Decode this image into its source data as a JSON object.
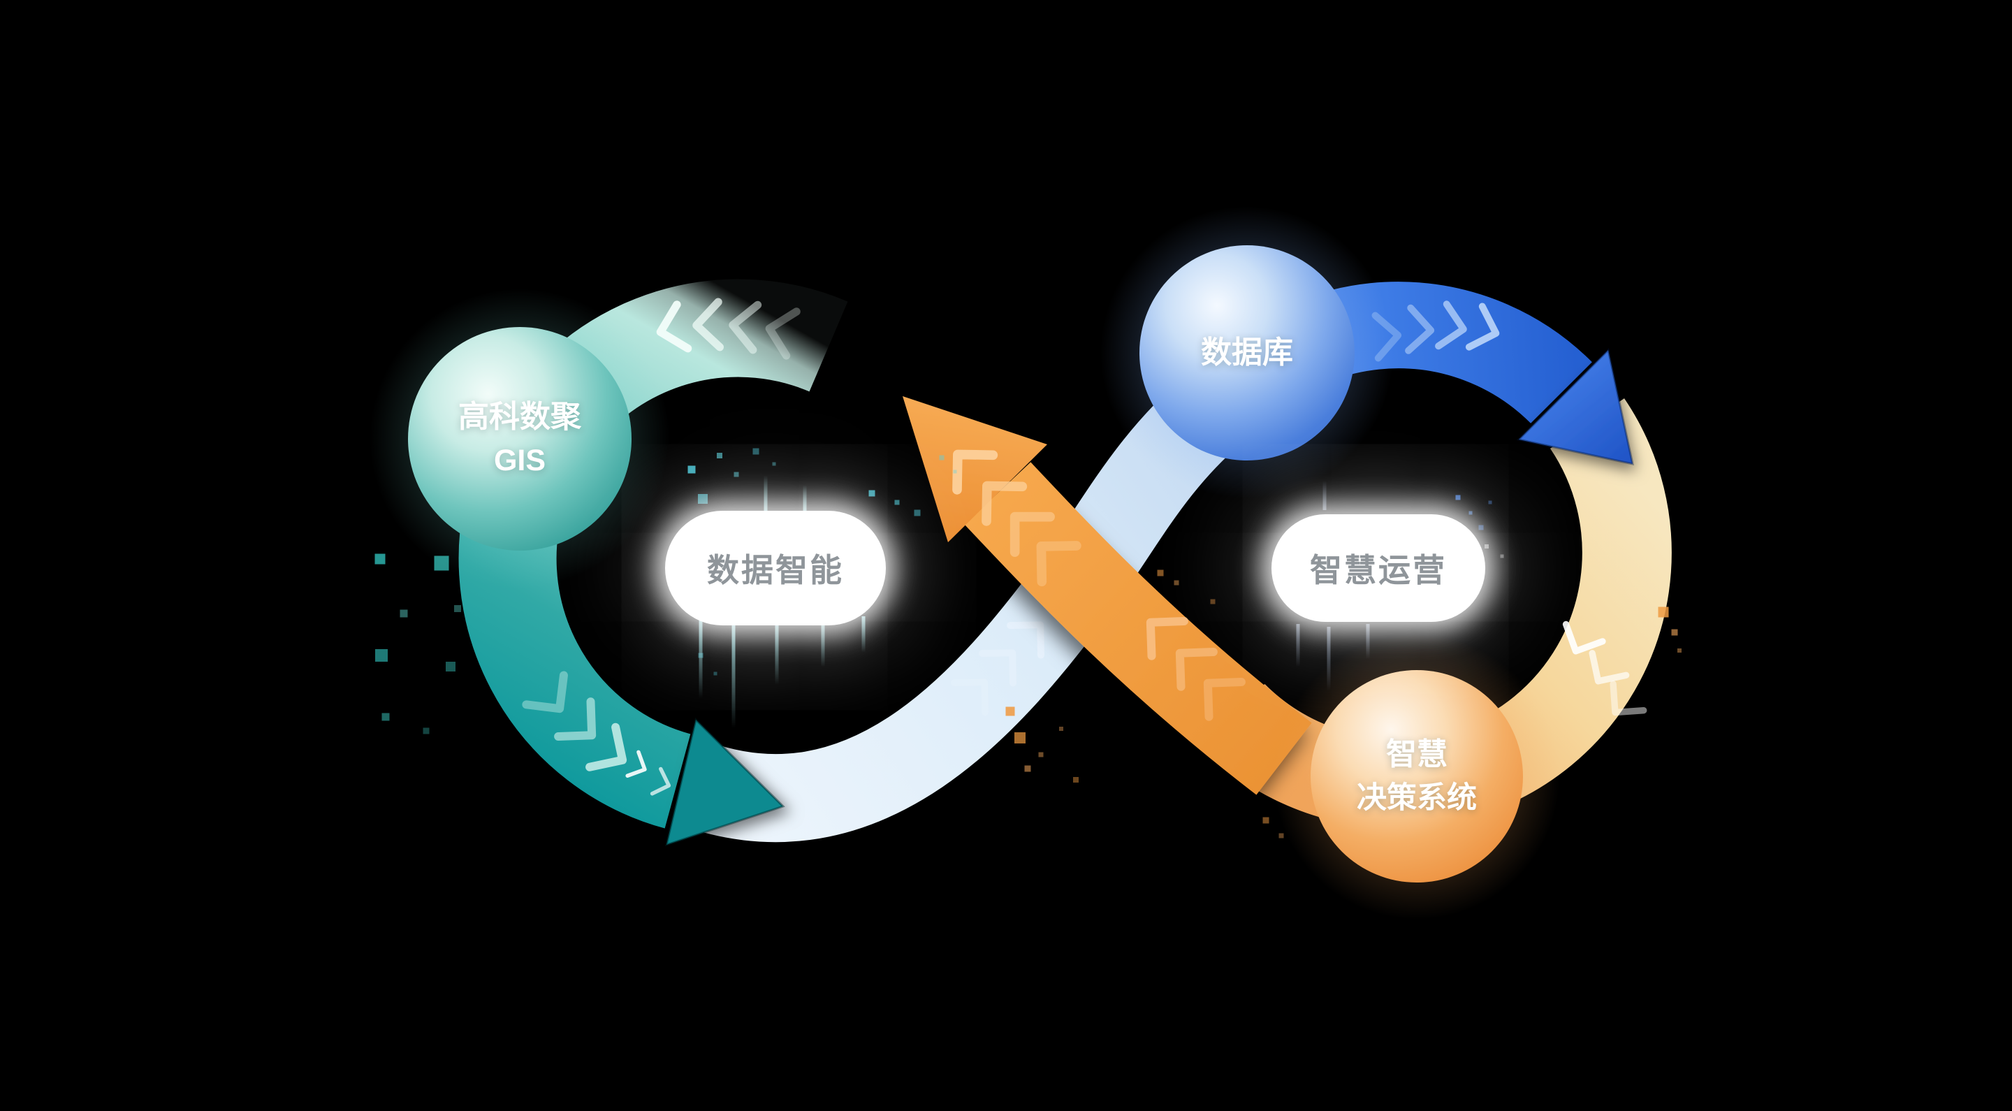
{
  "page": {
    "background": "#000000"
  },
  "diagram": {
    "spheres": {
      "gis": {
        "line1": "高科数聚",
        "line2": "GIS",
        "color": "#3aaca5"
      },
      "database": {
        "line1": "数据库",
        "color": "#3f7bdf"
      },
      "decision": {
        "line1": "智慧",
        "line2": "决策系统",
        "color": "#f0964a"
      }
    },
    "labels": {
      "left_loop": "数据智能",
      "right_loop": "智慧运营"
    },
    "colors": {
      "teal": "#14a0a1",
      "mint": "#b7e6dd",
      "blue": "#3b76e3",
      "cream": "#f6dca6",
      "orange": "#f29d44",
      "light_strand": "#d8ebfa",
      "pill_text": "#8f959a",
      "sphere_text": "#ffffff"
    }
  }
}
